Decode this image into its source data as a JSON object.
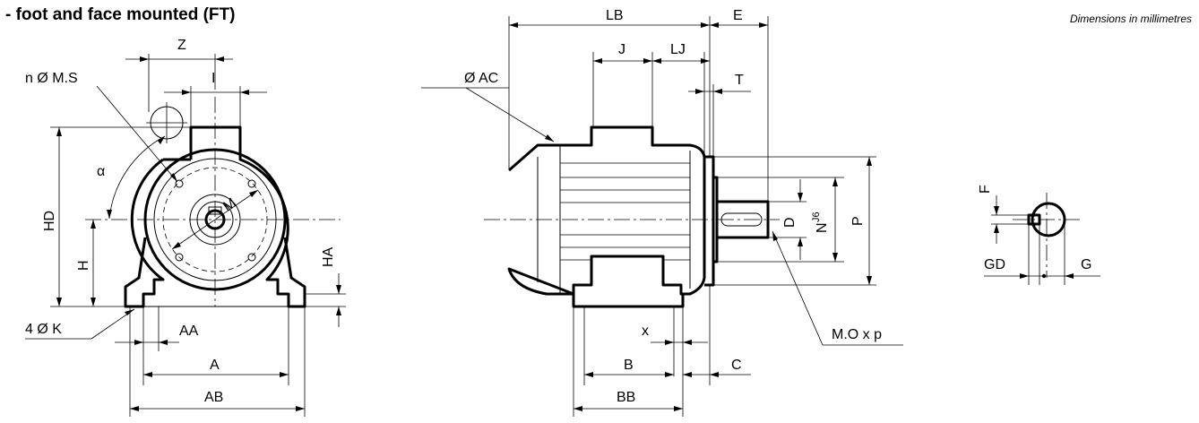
{
  "header": {
    "title": "- foot and face mounted (FT)",
    "units_note": "Dimensions in millimetres"
  },
  "front_view": {
    "labels": {
      "z": "Z",
      "i": "I",
      "holes": "n Ø M.S",
      "alpha": "α",
      "m": "M",
      "hd": "HD",
      "h": "H",
      "ha": "HA",
      "k": "4 Ø K",
      "aa": "AA",
      "a": "A",
      "ab": "AB"
    }
  },
  "side_view": {
    "labels": {
      "lb": "LB",
      "e": "E",
      "j": "J",
      "lj": "LJ",
      "t": "T",
      "ac": "Ø AC",
      "d": "D",
      "n": "N",
      "n_tol": "J6",
      "p": "P",
      "mo": "M.O x p",
      "x": "x",
      "b": "B",
      "c": "C",
      "bb": "BB"
    }
  },
  "shaft_end": {
    "labels": {
      "f": "F",
      "gd": "GD",
      "g": "G"
    }
  }
}
